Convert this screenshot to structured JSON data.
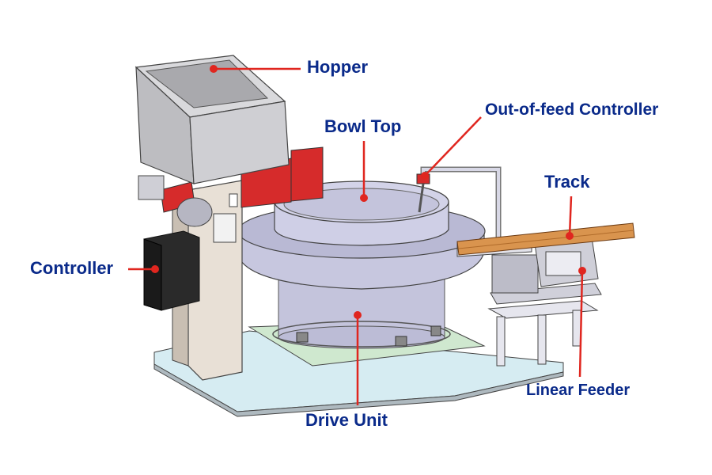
{
  "colors": {
    "label_text": "#0a2a8a",
    "leader_line": "#e0261f",
    "metal": "#c9c9ce",
    "bowl": "#c7c7df",
    "bracket_red": "#d62b2b",
    "track_wood": "#d9944e",
    "base_plate": "#d6ecf2",
    "mount_plate": "#cfe8cf",
    "controller_box": "#2a2a2a"
  },
  "labels": {
    "hopper": "Hopper",
    "bowl_top": "Bowl Top",
    "out_of_feed_controller": "Out-of-feed Controller",
    "track": "Track",
    "controller": "Controller",
    "drive_unit": "Drive Unit",
    "linear_feeder": "Linear Feeder"
  },
  "icons": {
    "leader_dot": "red-dot-icon"
  }
}
